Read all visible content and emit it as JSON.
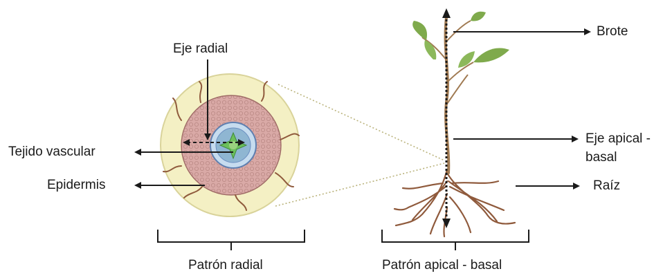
{
  "labels": {
    "eje_radial": "Eje radial",
    "tejido_vascular": "Tejido vascular",
    "epidermis": "Epidermis",
    "brote": "Brote",
    "eje_apical_line1": "Eje apical -",
    "eje_apical_line2": "basal",
    "raiz": "Raíz",
    "patron_radial": "Patrón radial",
    "patron_apical_basal": "Patrón apical - basal"
  },
  "colors": {
    "outer_disc": "#f4f0c4",
    "outer_rim": "#d9d39a",
    "cortex": "#d9a9a6",
    "cortex_rim": "#9f6b66",
    "stele_ring": "#8fb6d2",
    "vascular_center": "#6cbf5c",
    "stem": "#a07a52",
    "root": "#8f5a3c",
    "leaf": "#7faa4c",
    "arrow": "#1a1a1a",
    "zoom_line": "#b9b27a"
  }
}
